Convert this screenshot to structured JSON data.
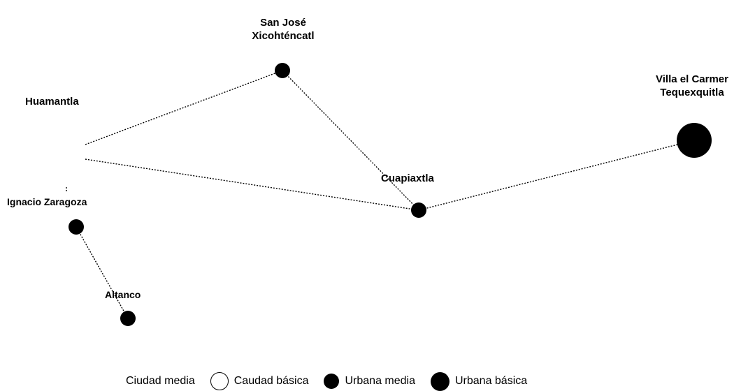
{
  "nodes": [
    {
      "id": "huamantla",
      "label": "Huamantla"
    },
    {
      "id": "san-jose",
      "label_lines": [
        "San José",
        "Xicohténcatl"
      ],
      "class": "Urbana media"
    },
    {
      "id": "villa-carmen",
      "label_lines": [
        "Villa el Carmer",
        "Tequexquitla"
      ],
      "class": "Urbana básica"
    },
    {
      "id": "cuapiaxtla",
      "label": "Cuapiaxtla",
      "class": "Urbana media"
    },
    {
      "id": "ignacio-zaragoza",
      "label": "Ignacio Zaragoza",
      "class": "Urbana media"
    },
    {
      "id": "altzayanca",
      "label": "Altanco",
      "class": "Urbana media"
    }
  ],
  "edges": [
    [
      "huamantla",
      "san-jose"
    ],
    [
      "huamantla",
      "cuapiaxtla"
    ],
    [
      "san-jose",
      "cuapiaxtla"
    ],
    [
      "cuapiaxtla",
      "villa-carmen"
    ],
    [
      "ignacio-zaragoza",
      "altzayanca"
    ]
  ],
  "legend": [
    {
      "label": "Ciudad media",
      "symbol": "none"
    },
    {
      "label": "Caudad básica",
      "symbol": "hollow-circle"
    },
    {
      "label": "Urbana media",
      "symbol": "filled-circle-small"
    },
    {
      "label": "Urbana básica",
      "symbol": "filled-circle-large"
    }
  ],
  "colors": {
    "node": "#000000",
    "edge": "#000000",
    "background": "#ffffff"
  }
}
